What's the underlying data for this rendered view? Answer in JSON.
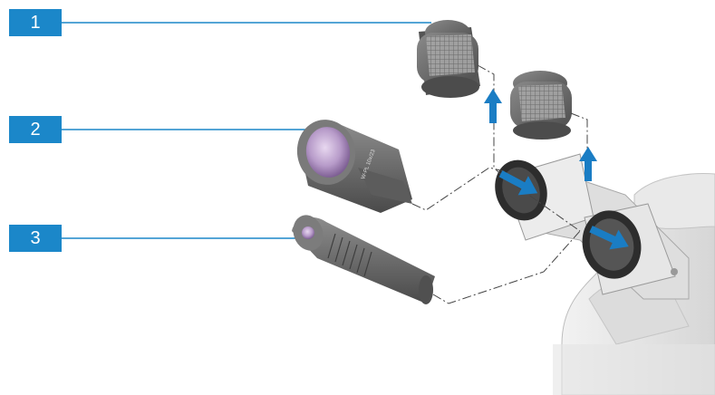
{
  "callouts": [
    {
      "number": "1",
      "target": "eyepiece-cap"
    },
    {
      "number": "2",
      "target": "eyepiece"
    },
    {
      "number": "3",
      "target": "focusing-telescope"
    }
  ],
  "colors": {
    "callout": "#1b87c9",
    "arrow": "#1a7dc4",
    "lens": "#b79bc9",
    "body_light": "#e3e3e3",
    "body_dark": "#6e6e6e"
  },
  "eyepiece_engraving": "W-PL 10x/23",
  "icons": [
    "arrow-up-icon",
    "arrow-diagonal-icon"
  ]
}
